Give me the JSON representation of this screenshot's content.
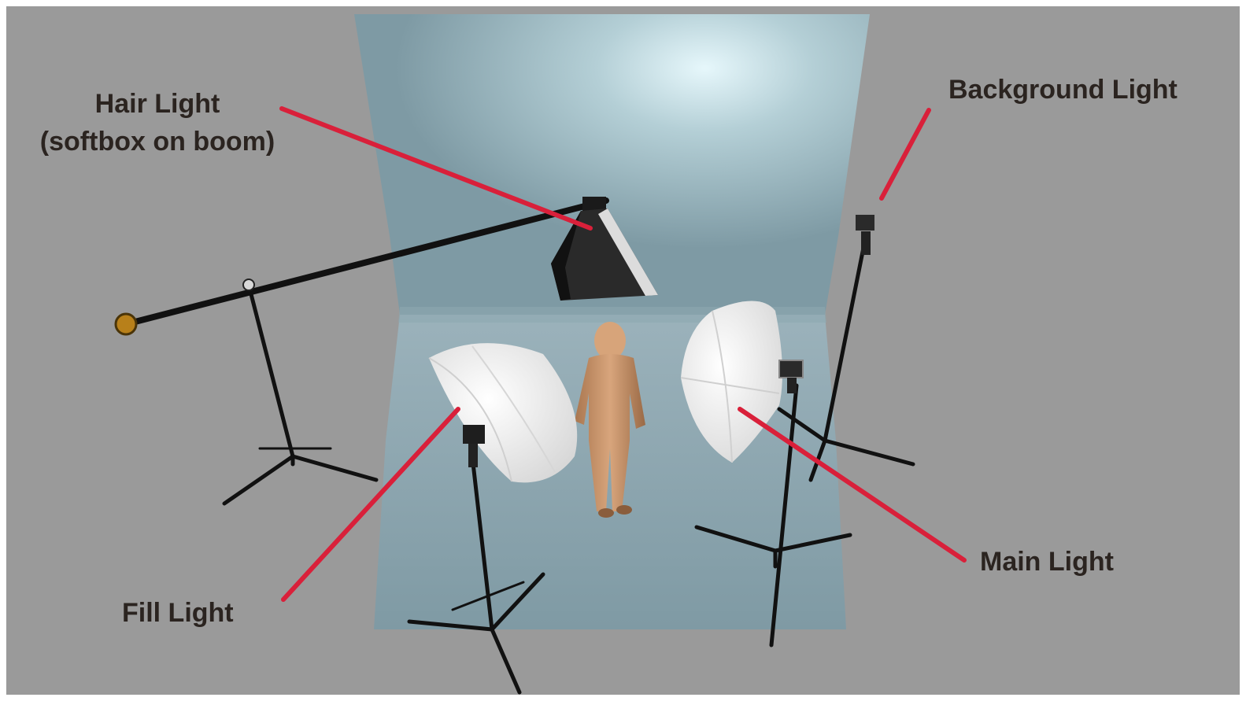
{
  "labels": {
    "hair_light": "Hair Light",
    "hair_light_sub": "(softbox on boom)",
    "background_light": "Background Light",
    "main_light": "Main Light",
    "fill_light": "Fill Light"
  },
  "colors": {
    "studio_wall": "#9a9a9a",
    "backdrop": "#8aa6b0",
    "backdrop_glow": "#e6f7fb",
    "callout_line": "#d9203a",
    "label_text": "#2b2420",
    "stand": "#111111",
    "umbrella": "#f4f4f4",
    "figure": "#c4926a"
  },
  "icons": {
    "hair_light": "softbox-on-boom-icon",
    "background_light": "flash-on-stand-icon",
    "main_light": "umbrella-on-stand-icon",
    "fill_light": "umbrella-on-stand-icon",
    "subject": "mannequin-figure-icon"
  }
}
